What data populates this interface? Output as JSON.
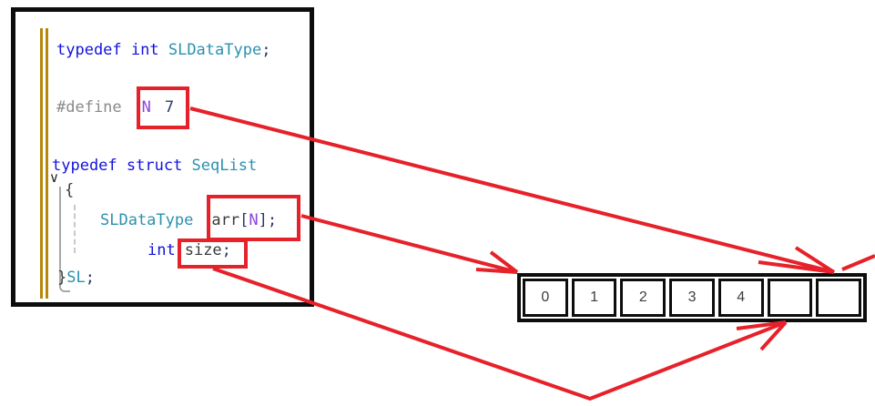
{
  "code": {
    "lines": [
      {
        "id": "l1",
        "tokens": [
          {
            "t": "typedef ",
            "c": "kw"
          },
          {
            "t": "int ",
            "c": "kw"
          },
          {
            "t": "SLDataType",
            "c": "type"
          },
          {
            "t": ";",
            "c": "navy"
          }
        ]
      },
      {
        "id": "l2",
        "tokens": [
          {
            "t": "#define",
            "c": "pre"
          },
          {
            "t": "N",
            "c": "macro"
          },
          {
            "t": "7",
            "c": "navy"
          }
        ]
      },
      {
        "id": "l3",
        "tokens": [
          {
            "t": "typedef ",
            "c": "kw"
          },
          {
            "t": "struct ",
            "c": "kw"
          },
          {
            "t": "SeqList",
            "c": "type"
          }
        ]
      },
      {
        "id": "l4",
        "tokens": [
          {
            "t": "{",
            "c": "plain"
          }
        ]
      },
      {
        "id": "l5",
        "tokens": [
          {
            "t": "SLDataType",
            "c": "type"
          },
          {
            "t": "arr",
            "c": "plain"
          },
          {
            "t": "[",
            "c": "navy"
          },
          {
            "t": "N",
            "c": "macro"
          },
          {
            "t": "]",
            "c": "navy"
          },
          {
            "t": ";",
            "c": "navy"
          }
        ]
      },
      {
        "id": "l6",
        "tokens": [
          {
            "t": "int",
            "c": "kw"
          },
          {
            "t": "size",
            "c": "plain"
          },
          {
            "t": ";",
            "c": "navy"
          }
        ]
      },
      {
        "id": "l7",
        "tokens": [
          {
            "t": "}",
            "c": "plain"
          },
          {
            "t": "SL",
            "c": "type"
          },
          {
            "t": ";",
            "c": "navy"
          }
        ]
      }
    ]
  },
  "icons": {
    "fold_chevron": "∨"
  },
  "array": {
    "cells": [
      "0",
      "1",
      "2",
      "3",
      "4",
      "",
      ""
    ]
  },
  "colors": {
    "annotation_red": "#e6212a",
    "keyword_blue": "#1212dd",
    "type_teal": "#2b91af",
    "preprocessor_gray": "#8a8a8a",
    "macro_purple": "#8d45dd",
    "plain_dark": "#3a3a3a",
    "navy_dark": "#2b3a67",
    "gutter_gold": "#b8860b",
    "guide_gray": "#a8a8a8"
  }
}
